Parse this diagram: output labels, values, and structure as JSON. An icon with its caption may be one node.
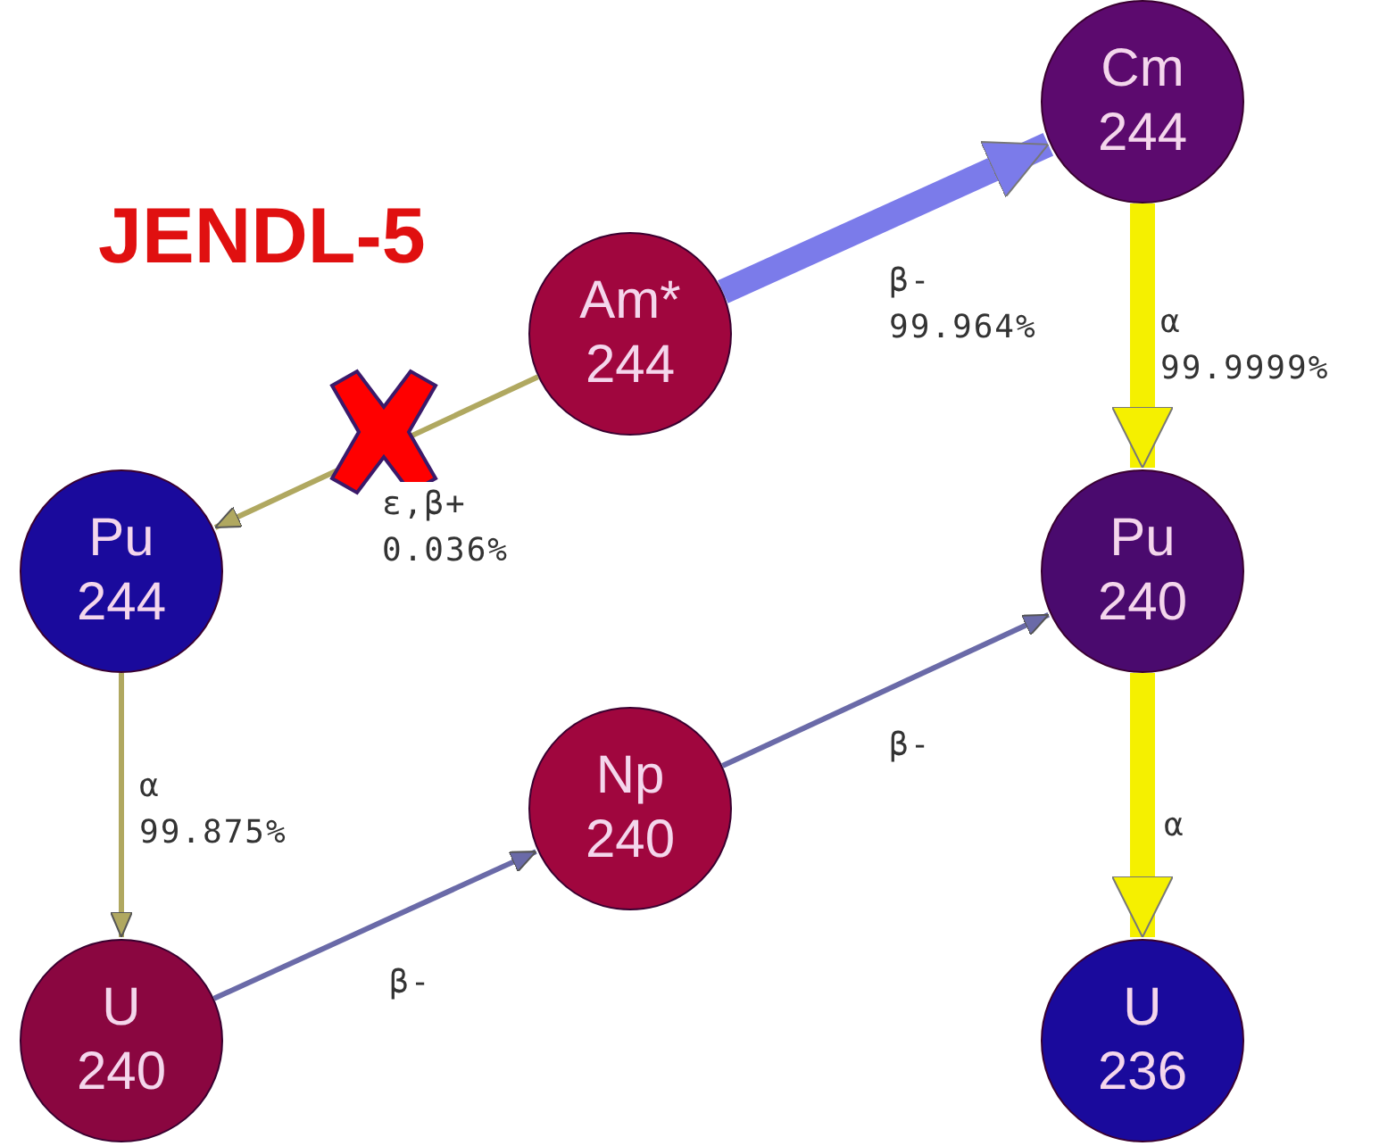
{
  "diagram": {
    "title": "JENDL-5",
    "nodes": [
      {
        "text": [
          "Cm 244"
        ]
      },
      {
        "text": [
          "Am* 244"
        ]
      },
      {
        "text": [
          "Pu 244"
        ]
      },
      {
        "text": [
          "Pu 240"
        ]
      },
      {
        "text": [
          "Np 240"
        ]
      },
      {
        "text": [
          "U 240"
        ]
      },
      {
        "text": [
          "U 236"
        ]
      }
    ],
    "edges": [
      {
        "from": 1,
        "to": 0,
        "arrow": "to",
        "label": "β- 99.964%",
        "style": "thick",
        "color": "#7b7bea"
      },
      {
        "from": 0,
        "to": 3,
        "arrow": "to",
        "label": "α 99.9999%",
        "style": "thick",
        "color": "#f5f000"
      },
      {
        "from": 1,
        "to": 2,
        "arrow": "to",
        "label": "ε,β+ 0.036%",
        "color": "#b0a860"
      },
      {
        "from": 2,
        "to": 5,
        "arrow": "to",
        "label": "α 99.875%",
        "color": "#b0a860"
      },
      {
        "from": 5,
        "to": 4,
        "arrow": "to",
        "label": "β-",
        "color": "#6a6aa8"
      },
      {
        "from": 4,
        "to": 3,
        "arrow": "to",
        "label": "β-",
        "color": "#6a6aa8"
      },
      {
        "from": 3,
        "to": 6,
        "arrow": "to",
        "label": "α",
        "style": "thick",
        "color": "#f5f000"
      }
    ]
  }
}
